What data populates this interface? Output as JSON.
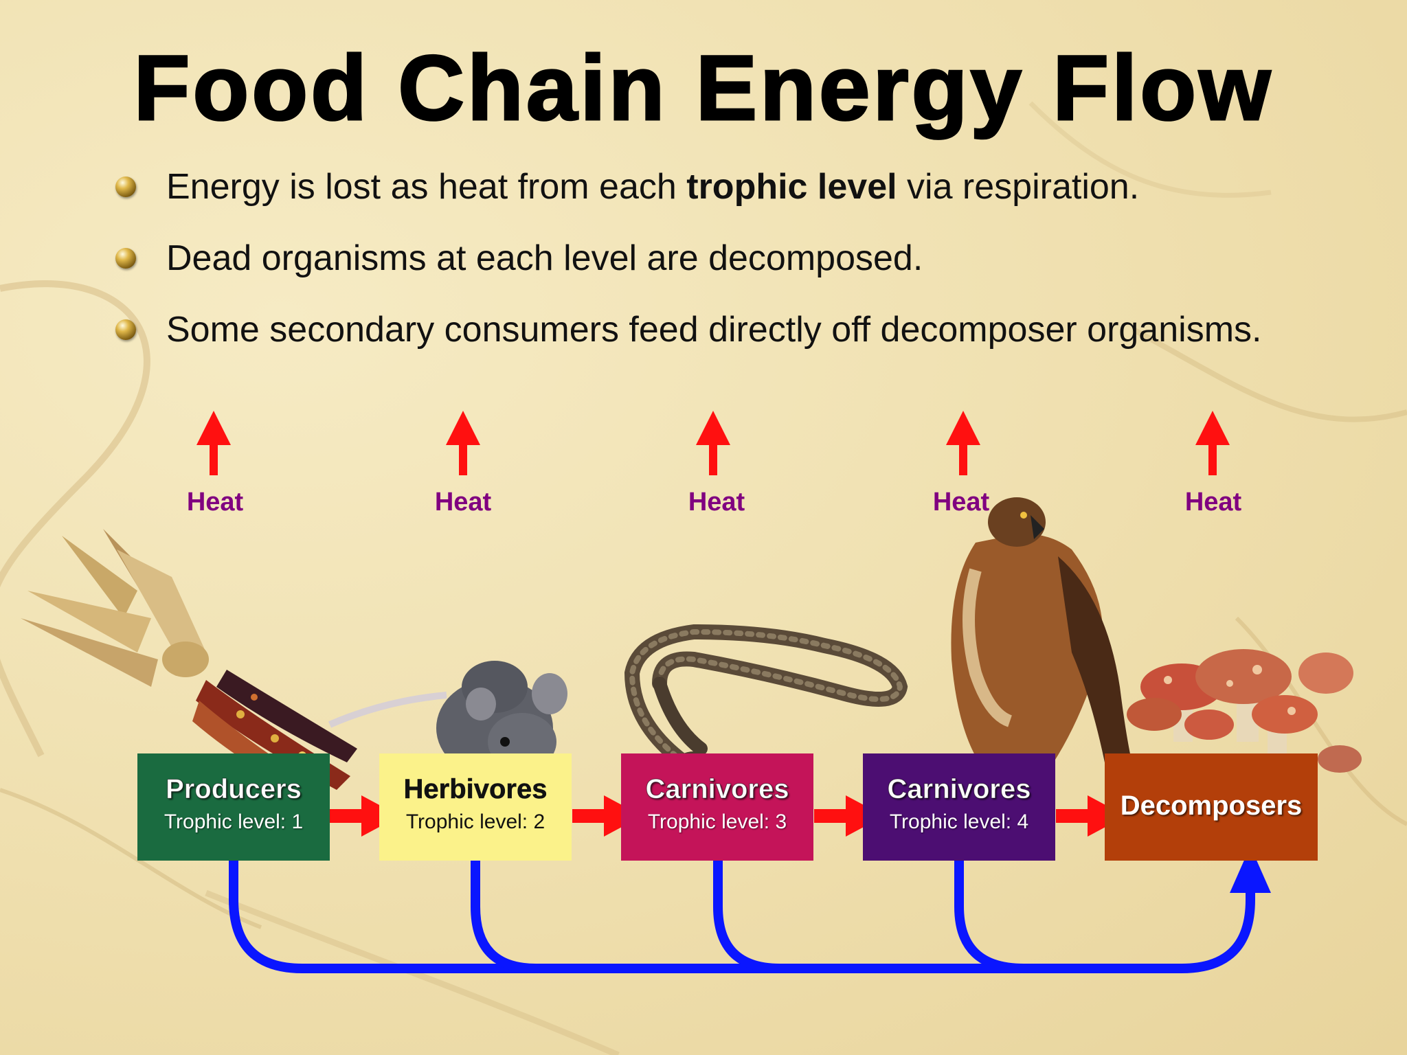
{
  "title": "Food Chain Energy Flow",
  "bullets": [
    {
      "before": "Energy is lost as heat from each ",
      "bold": "trophic level",
      "after": " via respiration."
    },
    {
      "before": "Dead organisms at each level are decomposed.",
      "bold": "",
      "after": ""
    },
    {
      "before": "Some secondary consumers feed directly off decomposer organisms.",
      "bold": "",
      "after": ""
    }
  ],
  "heat_label": "Heat",
  "levels": [
    {
      "name": "Producers",
      "level_text": "Trophic level:  1",
      "color": "#1a6b40",
      "text_color": "#ffffff"
    },
    {
      "name": "Herbivores",
      "level_text": "Trophic level:  2",
      "color": "#fbf28a",
      "text_color": "#111111"
    },
    {
      "name": "Carnivores",
      "level_text": "Trophic level:  3",
      "color": "#c41459",
      "text_color": "#ffffff"
    },
    {
      "name": "Carnivores",
      "level_text": "Trophic level:  4",
      "color": "#4c0e72",
      "text_color": "#ffffff"
    },
    {
      "name": "Decomposers",
      "level_text": "",
      "color": "#b33f0a",
      "text_color": "#ffffff"
    }
  ],
  "colors": {
    "heat_arrow": "#ff1010",
    "flow_arrow": "#ff1010",
    "decay_arrow": "#0a16ff",
    "heat_text": "#800080"
  },
  "organisms": [
    "corn-image",
    "mouse-image",
    "snake-image",
    "hawk-image",
    "mushrooms-image"
  ]
}
